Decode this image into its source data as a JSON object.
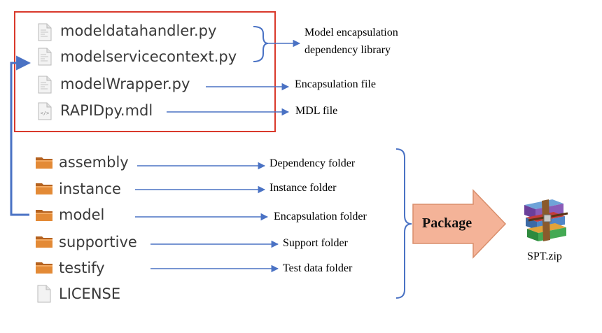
{
  "files": [
    "modeldatahandler.py",
    "modelservicecontext.py",
    "modelWrapper.py",
    "RAPIDpy.mdl"
  ],
  "folders": [
    "assembly",
    "instance",
    "model",
    "supportive",
    "testify"
  ],
  "license": "LICENSE",
  "labels": {
    "encapsulation_library_line1": "Model encapsulation",
    "encapsulation_library_line2": "dependency library",
    "encapsulation_file": "Encapsulation file",
    "mdl_file": "MDL file",
    "dependency_folder": "Dependency folder",
    "instance_folder": "Instance folder",
    "encapsulation_folder": "Encapsulation folder",
    "support_folder": "Support folder",
    "test_data_folder": "Test data folder"
  },
  "package": {
    "label": "Package",
    "output": "SPT.zip"
  },
  "icons": {
    "file": "file-icon",
    "code_file": "code-file-icon",
    "folder": "folder-icon",
    "archive": "winrar-archive-icon"
  },
  "colors": {
    "highlight_box": "#d9392b",
    "arrow": "#4a72c4",
    "package_arrow": "#f4b398",
    "folder": "#e38a36"
  }
}
